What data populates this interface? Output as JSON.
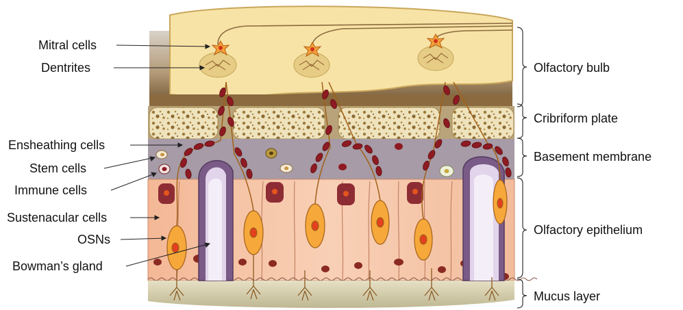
{
  "left_labels": {
    "mitral_cells": "Mitral cells",
    "dentrites": "Dentrites",
    "ensheathing_cells": "Ensheathing cells",
    "stem_cells": "Stem cells",
    "immune_cells": "Immune cells",
    "sustenacular_cells": "Sustenacular cells",
    "osns": "OSNs",
    "bowmans_gland": "Bowman’s gland"
  },
  "right_labels": {
    "olfactory_bulb": "Olfactory bulb",
    "cribriform_plate": "Cribriform plate",
    "basement_membrane": "Basement membrane",
    "olfactory_epithelium": "Olfactory epithelium",
    "mucus_layer": "Mucus layer"
  },
  "colors": {
    "bulb": "#f7e3a6",
    "bulb_outline": "#c9a65a",
    "brown_band": "#8a6a3e",
    "cribriform": "#efe1b5",
    "basement": "#a69ba6",
    "epithelium": "#f6c4a6",
    "osn": "#f4a63a",
    "axon_red": "#8e1a22",
    "gland": "#7a5a86",
    "mucus": "#d4ccaa"
  }
}
